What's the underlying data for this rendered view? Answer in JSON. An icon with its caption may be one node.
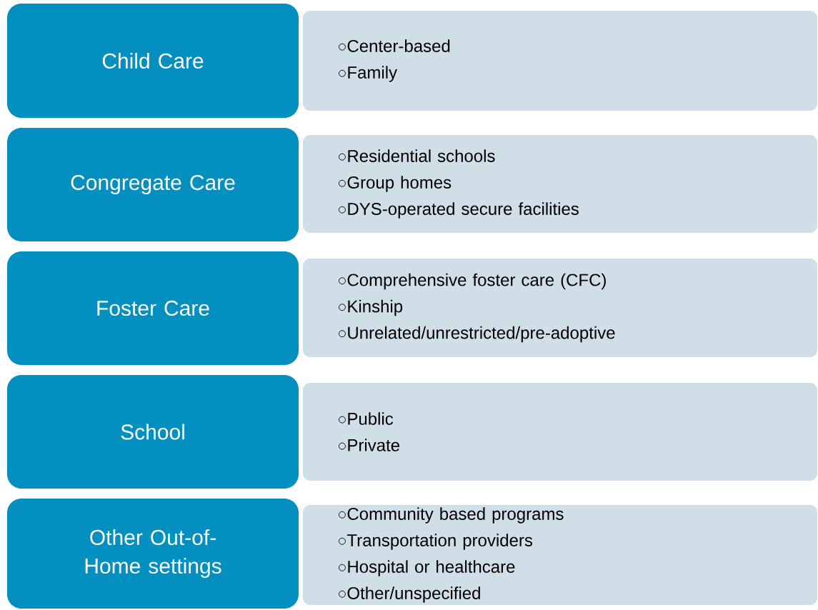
{
  "diagram": {
    "nodes": [
      {
        "text": [
          "Child Care"
        ]
      },
      {
        "text": [
          "Center-based",
          "Family"
        ]
      },
      {
        "text": [
          "Congregate Care"
        ]
      },
      {
        "text": [
          "Residential schools",
          "Group homes",
          "DYS-operated secure facilities"
        ]
      },
      {
        "text": [
          "Foster Care"
        ]
      },
      {
        "text": [
          "Comprehensive foster care (CFC)",
          "Kinship",
          "Unrelated/unrestricted/pre-adoptive"
        ]
      },
      {
        "text": [
          "School"
        ]
      },
      {
        "text": [
          "Public",
          "Private"
        ]
      },
      {
        "text": [
          "Other Out-of-Home settings"
        ]
      },
      {
        "text": [
          "Community based programs",
          "Transportation providers",
          "Hospital or healthcare",
          "Other/unspecified"
        ]
      }
    ]
  }
}
